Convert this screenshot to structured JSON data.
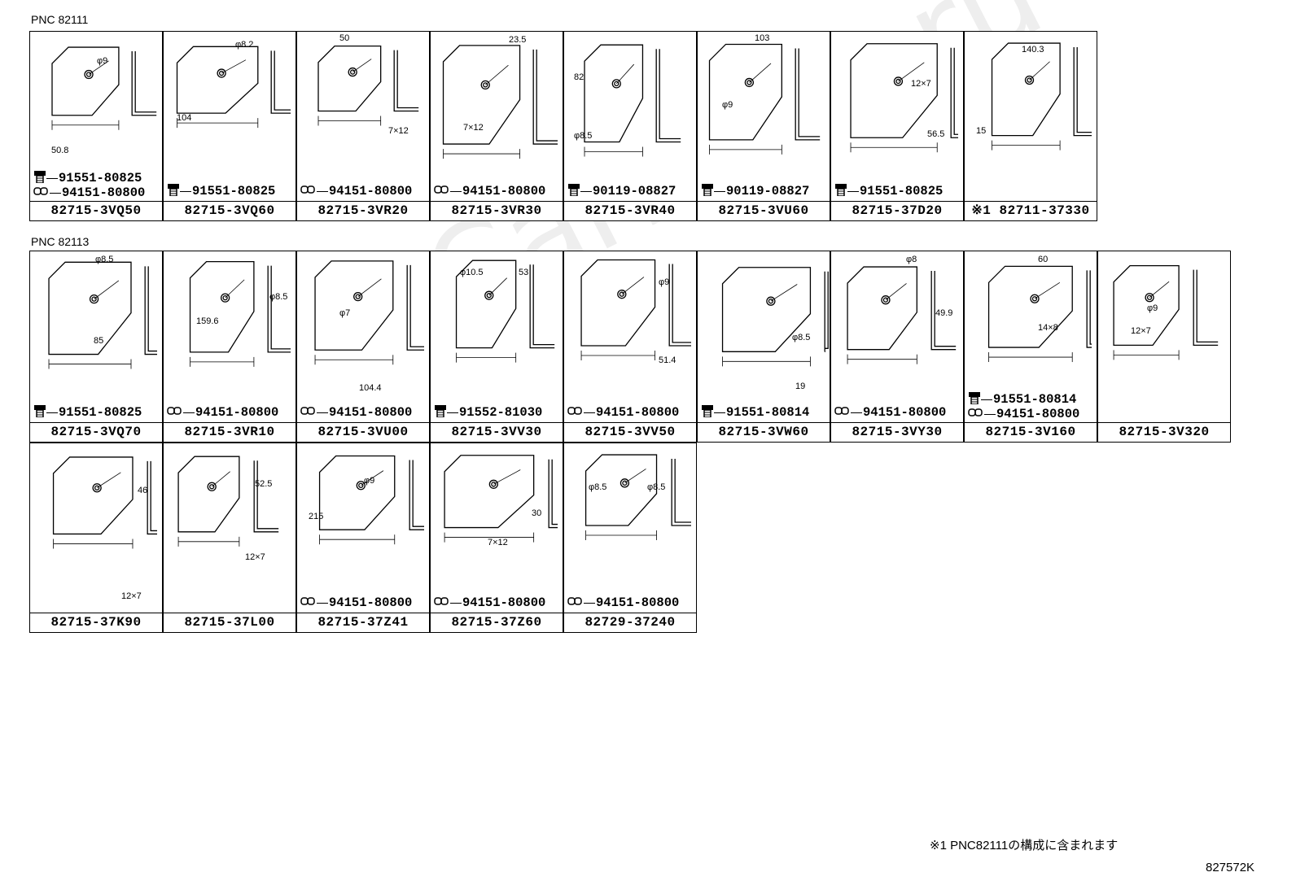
{
  "watermark": "ToyotaCarMine.ru",
  "groups": [
    {
      "title": "PNC 82111",
      "cells": [
        {
          "part": "82715-3VQ50",
          "hardware": [
            {
              "icon": "bolt-icon",
              "number": "91551-80825"
            },
            {
              "icon": "clip-icon",
              "number": "94151-80800"
            }
          ],
          "dims": [
            "φ9",
            "50.8"
          ]
        },
        {
          "part": "82715-3VQ60",
          "hardware": [
            {
              "icon": "bolt-icon",
              "number": "91551-80825"
            }
          ],
          "dims": [
            "φ8.2",
            "104"
          ]
        },
        {
          "part": "82715-3VR20",
          "hardware": [
            {
              "icon": "clip-icon",
              "number": "94151-80800"
            }
          ],
          "dims": [
            "50",
            "7×12"
          ]
        },
        {
          "part": "82715-3VR30",
          "hardware": [
            {
              "icon": "clip-icon",
              "number": "94151-80800"
            }
          ],
          "dims": [
            "23.5",
            "7×12"
          ]
        },
        {
          "part": "82715-3VR40",
          "hardware": [
            {
              "icon": "bolt-icon",
              "number": "90119-08827"
            }
          ],
          "dims": [
            "82",
            "φ8.5"
          ]
        },
        {
          "part": "82715-3VU60",
          "hardware": [
            {
              "icon": "bolt-icon",
              "number": "90119-08827"
            }
          ],
          "dims": [
            "103",
            "φ9"
          ]
        },
        {
          "part": "82715-37D20",
          "hardware": [
            {
              "icon": "bolt-icon",
              "number": "91551-80825"
            }
          ],
          "dims": [
            "12×7",
            "56.5"
          ]
        },
        {
          "part": "※1 82711-37330",
          "hardware": [],
          "dims": [
            "140.3",
            "15"
          ]
        }
      ]
    },
    {
      "title": "PNC 82113",
      "cells": [
        {
          "part": "82715-3VQ70",
          "hardware": [
            {
              "icon": "bolt-icon",
              "number": "91551-80825"
            }
          ],
          "dims": [
            "φ8.5",
            "85"
          ]
        },
        {
          "part": "82715-3VR10",
          "hardware": [
            {
              "icon": "clip-icon",
              "number": "94151-80800"
            }
          ],
          "dims": [
            "159.6",
            "φ8.5"
          ]
        },
        {
          "part": "82715-3VU00",
          "hardware": [
            {
              "icon": "clip-icon",
              "number": "94151-80800"
            }
          ],
          "dims": [
            "φ7",
            "104.4"
          ]
        },
        {
          "part": "82715-3VV30",
          "hardware": [
            {
              "icon": "bolt-icon",
              "number": "91552-81030"
            }
          ],
          "dims": [
            "φ10.5",
            "53"
          ]
        },
        {
          "part": "82715-3VV50",
          "hardware": [
            {
              "icon": "clip-icon",
              "number": "94151-80800"
            }
          ],
          "dims": [
            "φ9",
            "51.4"
          ]
        },
        {
          "part": "82715-3VW60",
          "hardware": [
            {
              "icon": "bolt-icon",
              "number": "91551-80814"
            }
          ],
          "dims": [
            "φ8.5",
            "19"
          ]
        },
        {
          "part": "82715-3VY30",
          "hardware": [
            {
              "icon": "clip-icon",
              "number": "94151-80800"
            }
          ],
          "dims": [
            "φ8",
            "49.9"
          ]
        },
        {
          "part": "82715-3V160",
          "hardware": [
            {
              "icon": "bolt-icon",
              "number": "91551-80814"
            },
            {
              "icon": "clip-icon",
              "number": "94151-80800"
            }
          ],
          "dims": [
            "60",
            "14×8"
          ]
        },
        {
          "part": "82715-3V320",
          "hardware": [],
          "dims": [
            "φ9",
            "12×7"
          ]
        },
        {
          "part": "82715-37K90",
          "hardware": [],
          "dims": [
            "46",
            "12×7"
          ]
        },
        {
          "part": "82715-37L00",
          "hardware": [],
          "dims": [
            "52.5",
            "12×7"
          ]
        },
        {
          "part": "82715-37Z41",
          "hardware": [
            {
              "icon": "clip-icon",
              "number": "94151-80800"
            }
          ],
          "dims": [
            "φ9",
            "215"
          ]
        },
        {
          "part": "82715-37Z60",
          "hardware": [
            {
              "icon": "clip-icon",
              "number": "94151-80800"
            }
          ],
          "dims": [
            "30",
            "7×12"
          ]
        },
        {
          "part": "82729-37240",
          "hardware": [
            {
              "icon": "clip-icon",
              "number": "94151-80800"
            }
          ],
          "dims": [
            "φ8.5",
            "φ8.5"
          ]
        }
      ]
    }
  ],
  "footnote": "※1 PNC82111の構成に含まれます",
  "illustration_code": "827572K"
}
